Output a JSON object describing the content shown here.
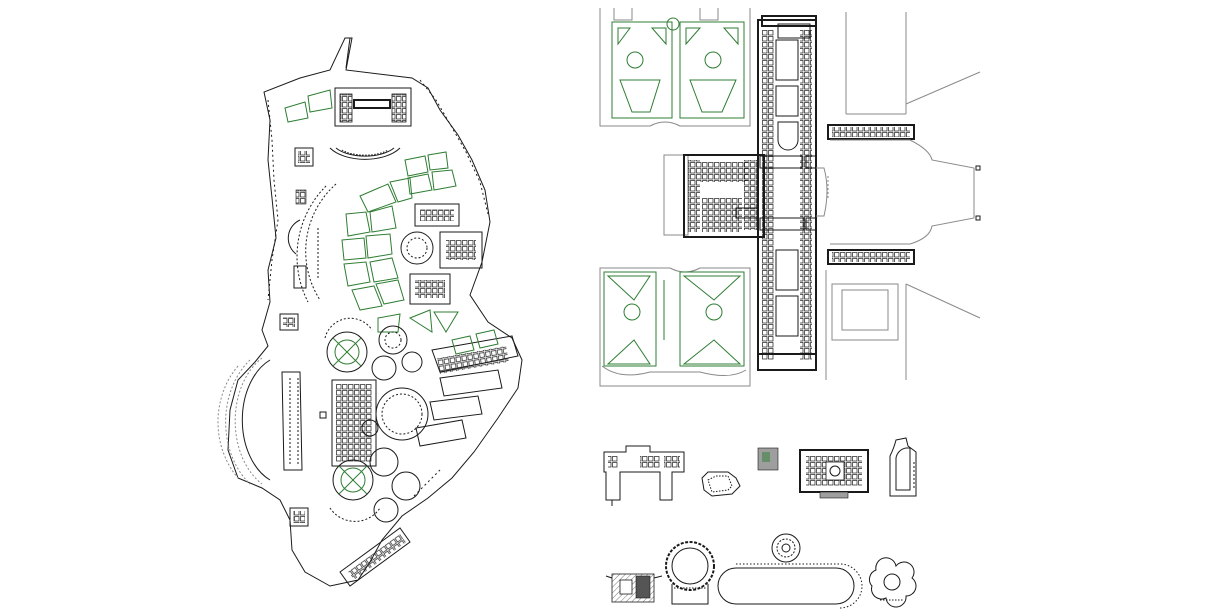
{
  "drawing": {
    "colors": {
      "ink": "#1a1a1a",
      "green": "#2e7d32",
      "grey": "#8a8a8a",
      "hatch": "#9e9e9e",
      "background": "#ffffff"
    },
    "icons": [
      "villa-site-plan",
      "palace-plan",
      "small-building-plans",
      "oval-racecourse-plan"
    ]
  }
}
